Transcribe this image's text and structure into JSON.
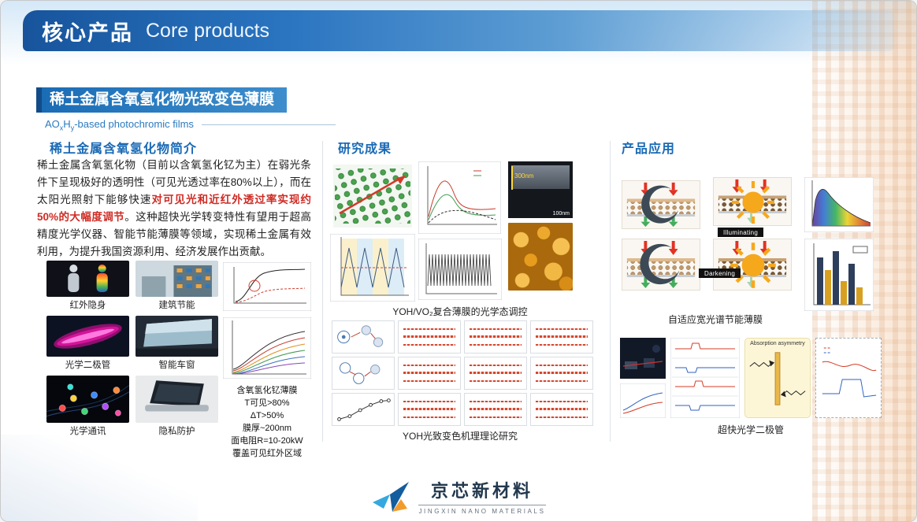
{
  "header": {
    "title_zh": "核心产品",
    "title_en": "Core products"
  },
  "banner": {
    "title": "稀土金属含氧氢化物光致变色薄膜",
    "subtitle_p1": "AO",
    "subtitle_sub1": "x",
    "subtitle_p2": "H",
    "subtitle_sub2": "y",
    "subtitle_p3": "-based photochromic films"
  },
  "intro": {
    "heading": "稀土金属含氧氢化物简介",
    "para_start": "稀土金属含氧氢化物（目前以含氧氢化钇为主）在弱光条件下呈现极好的透明性（可见光透过率在80%以上），而在太阳光照射下能够快速",
    "para_red": "对可见光和近红外透过率实现约50%的大幅度调节",
    "para_end": "。这种超快光学转变特性有望用于超高精度光学仪器、智能节能薄膜等领域，实现稀土金属有效利用，为提升我国资源利用、经济发展作出贡献。",
    "captions": [
      "红外隐身",
      "建筑节能",
      "光学二极管",
      "智能车窗",
      "光学通讯",
      "隐私防护"
    ],
    "film_title": "含氧氢化钇薄膜",
    "film_specs": [
      "T可见>80%",
      "ΔT>50%",
      "膜厚~200nm",
      "面电阻R=10-20kW",
      "覆盖可见红外区域"
    ]
  },
  "research": {
    "heading": "研究成果",
    "caption_optical": "YOH/VO₂复合薄膜的光学态调控",
    "caption_mechanism": "YOH光致变色机理理论研究",
    "sem_depth": "300nm",
    "sem_scale": "100nm"
  },
  "applications": {
    "heading": "产品应用",
    "label_illuminating": "Illuminating",
    "label_darkening": "Darkening",
    "label_absorption": "Absorption asymmetry",
    "caption_film": "自适应宽光谱节能薄膜",
    "caption_diode": "超快光学二极管"
  },
  "footer": {
    "logo_zh": "京芯新材料",
    "logo_en": "JINGXIN NANO MATERIALS"
  },
  "colors": {
    "header_blue": "#1a64b4",
    "accent_blue": "#1a6ab5",
    "highlight_red": "#cf2b24",
    "brand_orange": "#f29b2d"
  }
}
